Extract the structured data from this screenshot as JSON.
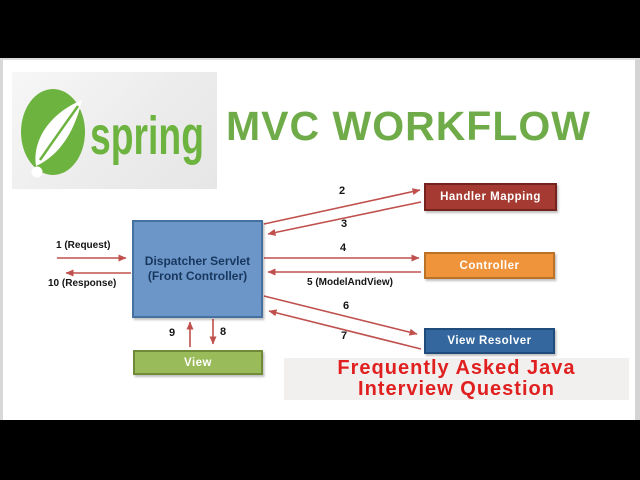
{
  "window": {
    "letterbox_color": "#000000",
    "slide_bg": "#ffffff"
  },
  "header": {
    "brand": "spring",
    "brand_color": "#6DB33F",
    "title": "MVC WORKFLOW",
    "title_color": "#6FAC49"
  },
  "diagram": {
    "arrow_color": "#C0504D",
    "nodes": {
      "dispatcher": {
        "line1": "Dispatcher Servlet",
        "line2": "(Front Controller)",
        "fill": "#6C96C8",
        "border": "#44719F",
        "text_color": "#17375E"
      },
      "handler_mapping": {
        "label": "Handler Mapping",
        "fill": "#A53A32",
        "border": "#75231E",
        "text_color": "#FFFFFF"
      },
      "controller": {
        "label": "Controller",
        "fill": "#F0943C",
        "border": "#BC7226",
        "text_color": "#FFFFFF"
      },
      "view_resolver": {
        "label": "View Resolver",
        "fill": "#33679D",
        "border": "#1F4C7A",
        "text_color": "#FFFFFF"
      },
      "view": {
        "label": "View",
        "fill": "#9ABB59",
        "border": "#6F8A38",
        "text_color": "#FFFFFF"
      }
    },
    "labels": {
      "l1": "1 (Request)",
      "l2": "2",
      "l3": "3",
      "l4": "4",
      "l5": "5  (ModelAndView)",
      "l6": "6",
      "l7": "7",
      "l8": "8",
      "l9": "9",
      "l10": "10 (Response)"
    }
  },
  "banner": {
    "line1": "Frequently Asked Java",
    "line2": "Interview Question",
    "text_color": "#E01F1F",
    "bg": "#F2EFEF"
  }
}
